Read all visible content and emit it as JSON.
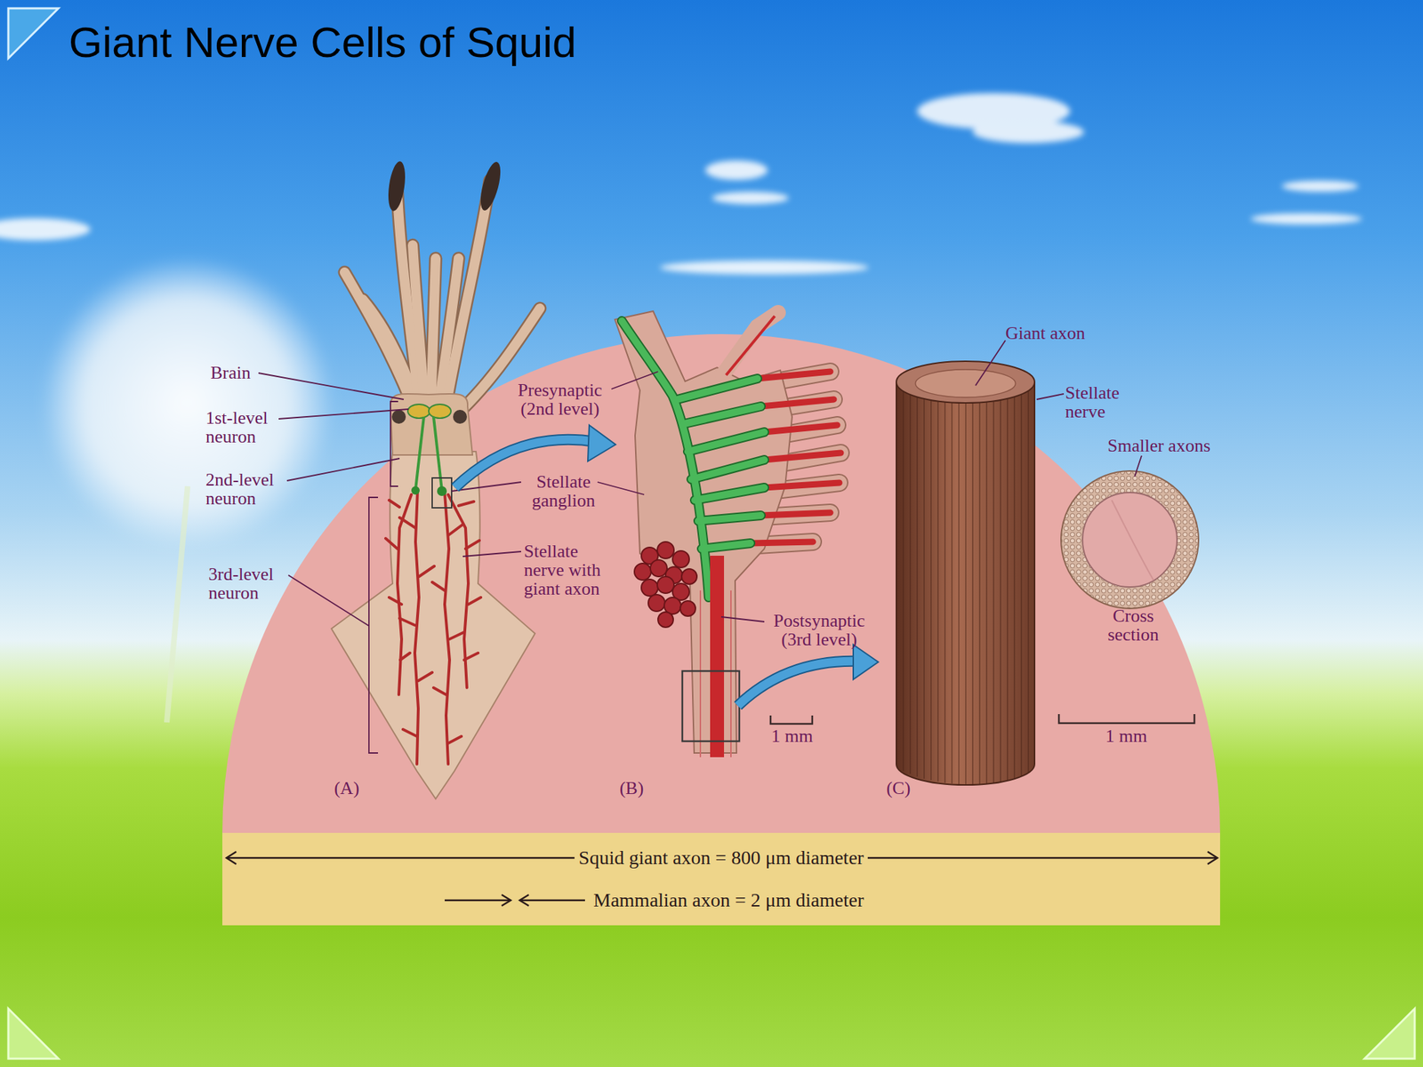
{
  "diagram": {
    "title": "Giant Nerve Cells of Squid",
    "nodes": [
      {
        "text": [
          "Squid giant axon = 800 μm diameter",
          "Mammalian axon = 2 μm diameter"
        ]
      }
    ],
    "labels": [
      "Brain",
      "1st-level neuron",
      "2nd-level neuron",
      "3rd-level neuron",
      "Presynaptic (2nd level)",
      "Stellate ganglion",
      "Stellate nerve with giant axon",
      "Postsynaptic (3rd level)",
      "1 mm",
      "Giant axon",
      "Stellate nerve",
      "Smaller axons",
      "Cross section",
      "1 mm",
      "(A)",
      "(B)",
      "(C)"
    ]
  }
}
